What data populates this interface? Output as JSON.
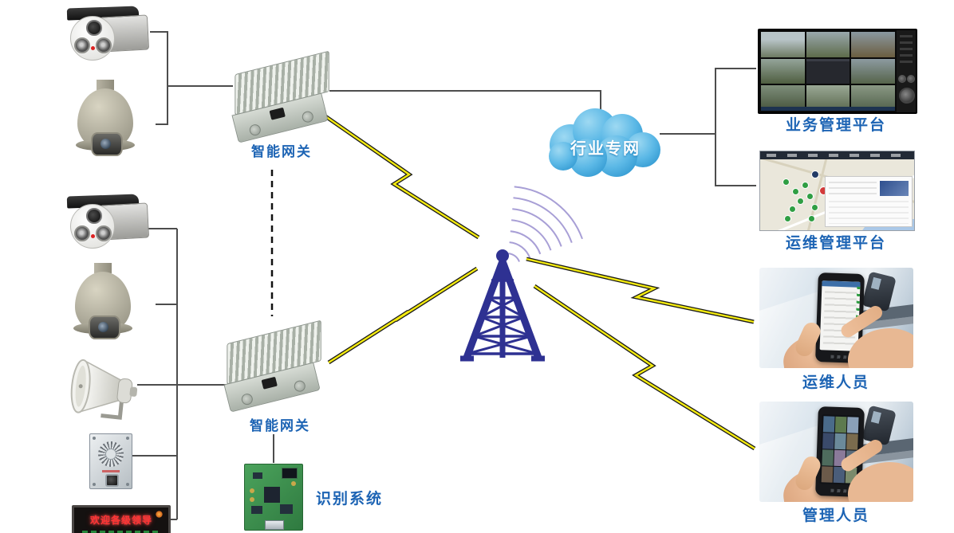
{
  "labels": {
    "gateway_top": "智能网关",
    "gateway_bottom": "智能网关",
    "cloud": "行业专网",
    "business_platform": "业务管理平台",
    "ops_platform": "运维管理平台",
    "ops_person": "运维人员",
    "admin_person": "管理人员",
    "recognition_system": "识别系统",
    "led_sign_line1": "欢迎各级领导"
  },
  "colors": {
    "label_blue": "#1d64b4",
    "cloud_blue": "#45aadd",
    "tower_navy": "#2e3192",
    "lightning_yellow": "#f3ea0f",
    "wireless_wave_purple": "#a89fd6",
    "connector_gray": "#4d4d4d",
    "led_text_red": "#ff3434"
  },
  "icons": [
    "bullet-camera-icon",
    "dome-camera-icon",
    "horn-speaker-icon",
    "intercom-icon",
    "led-display-icon",
    "smart-gateway-icon",
    "circuit-board-icon",
    "radio-tower-icon",
    "wireless-waves-icon",
    "network-cloud-icon",
    "lightning-link-icon",
    "video-wall-thumbnail",
    "map-platform-thumbnail",
    "handheld-phone-photo"
  ]
}
